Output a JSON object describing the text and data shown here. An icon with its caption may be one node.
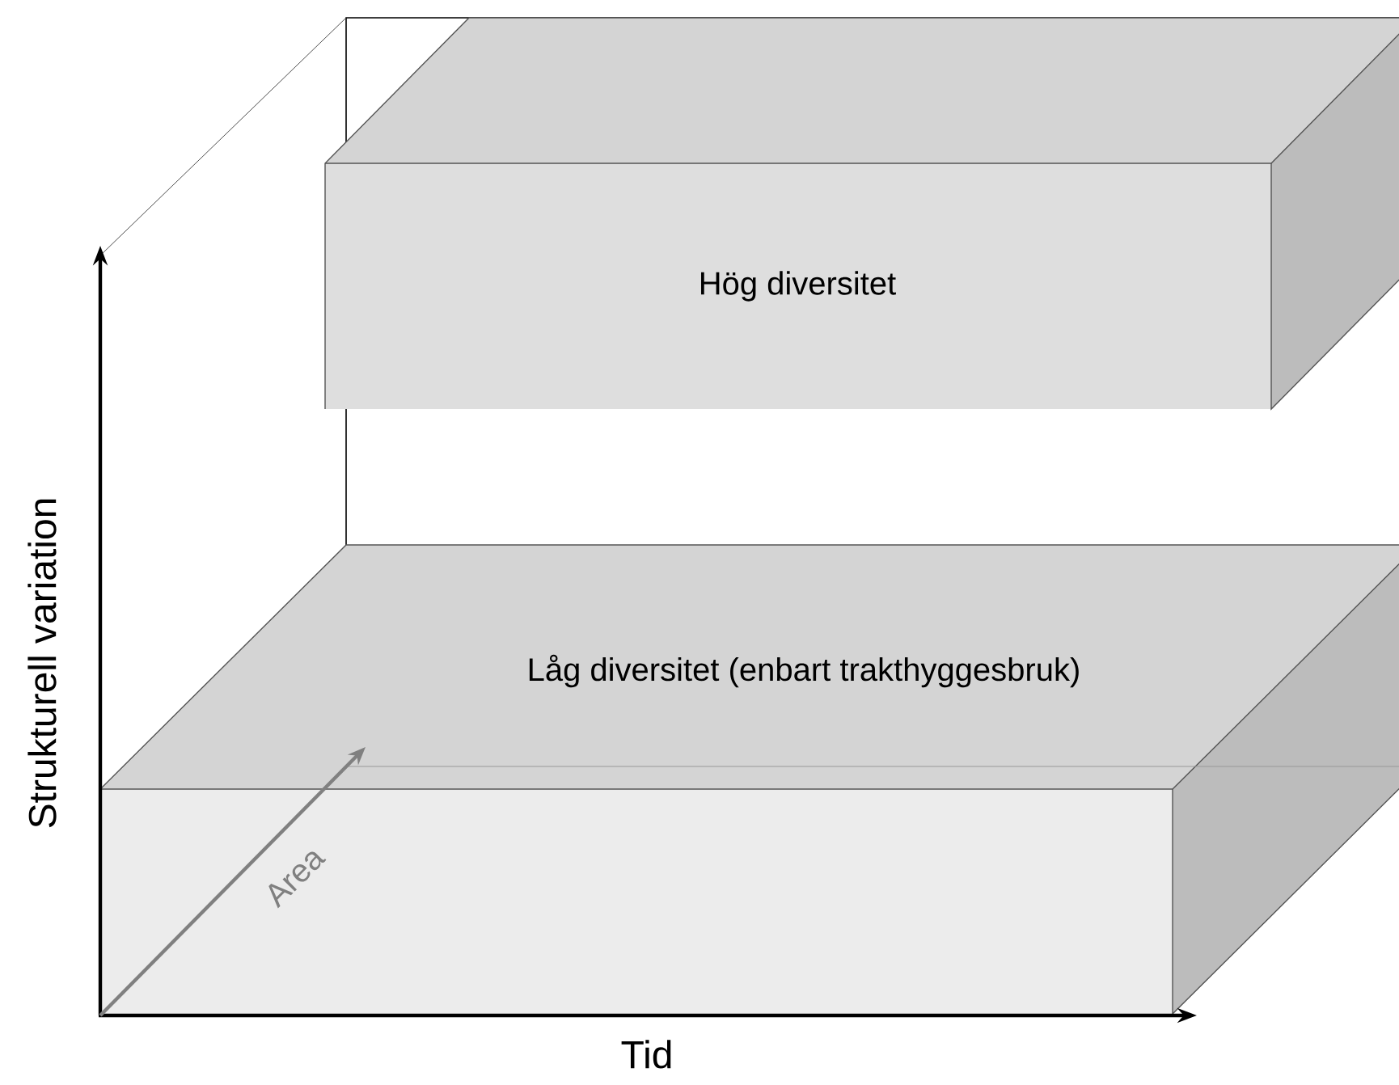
{
  "diagram": {
    "nodes": [
      {
        "text": [
          "Hög diversitet"
        ]
      },
      {
        "text": [
          "Låg diversitet (enbart trakthyggesbruk)"
        ]
      }
    ],
    "labels": [
      "Strukturell variation",
      "Tid",
      "Area"
    ]
  }
}
